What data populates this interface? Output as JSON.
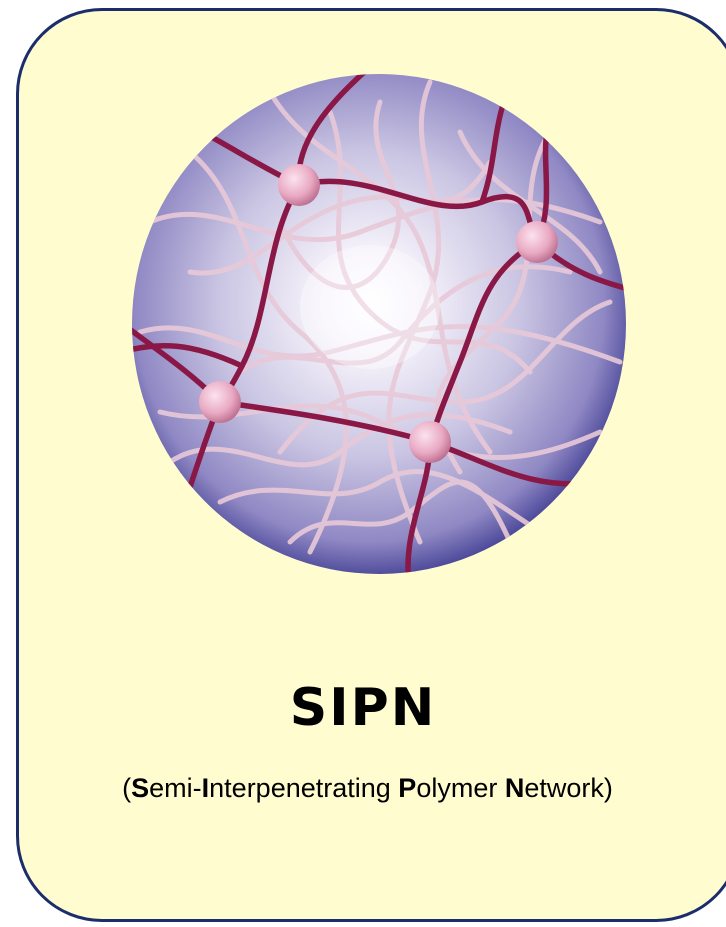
{
  "colors": {
    "card_background": "#fffdd0",
    "card_border": "#1c2d6b",
    "sphere_glow": "#ffffff",
    "sphere_edge": "#3f3c91",
    "crosslink_chains": "#8a1846",
    "entangled_chains": "#e8c9d8",
    "junction_nodes": "#e9a9c2"
  },
  "illustration": {
    "icon": "polymer-network-sphere-icon"
  },
  "title": "SIPN",
  "subtitle": {
    "open_paren": "(",
    "w1_initial": "S",
    "w1_rest": "emi-",
    "w2_initial": "I",
    "w2_rest": "nterpenetrating ",
    "w3_initial": "P",
    "w3_rest": "olymer ",
    "w4_initial": "N",
    "w4_rest": "etwork",
    "close_paren": ")"
  }
}
